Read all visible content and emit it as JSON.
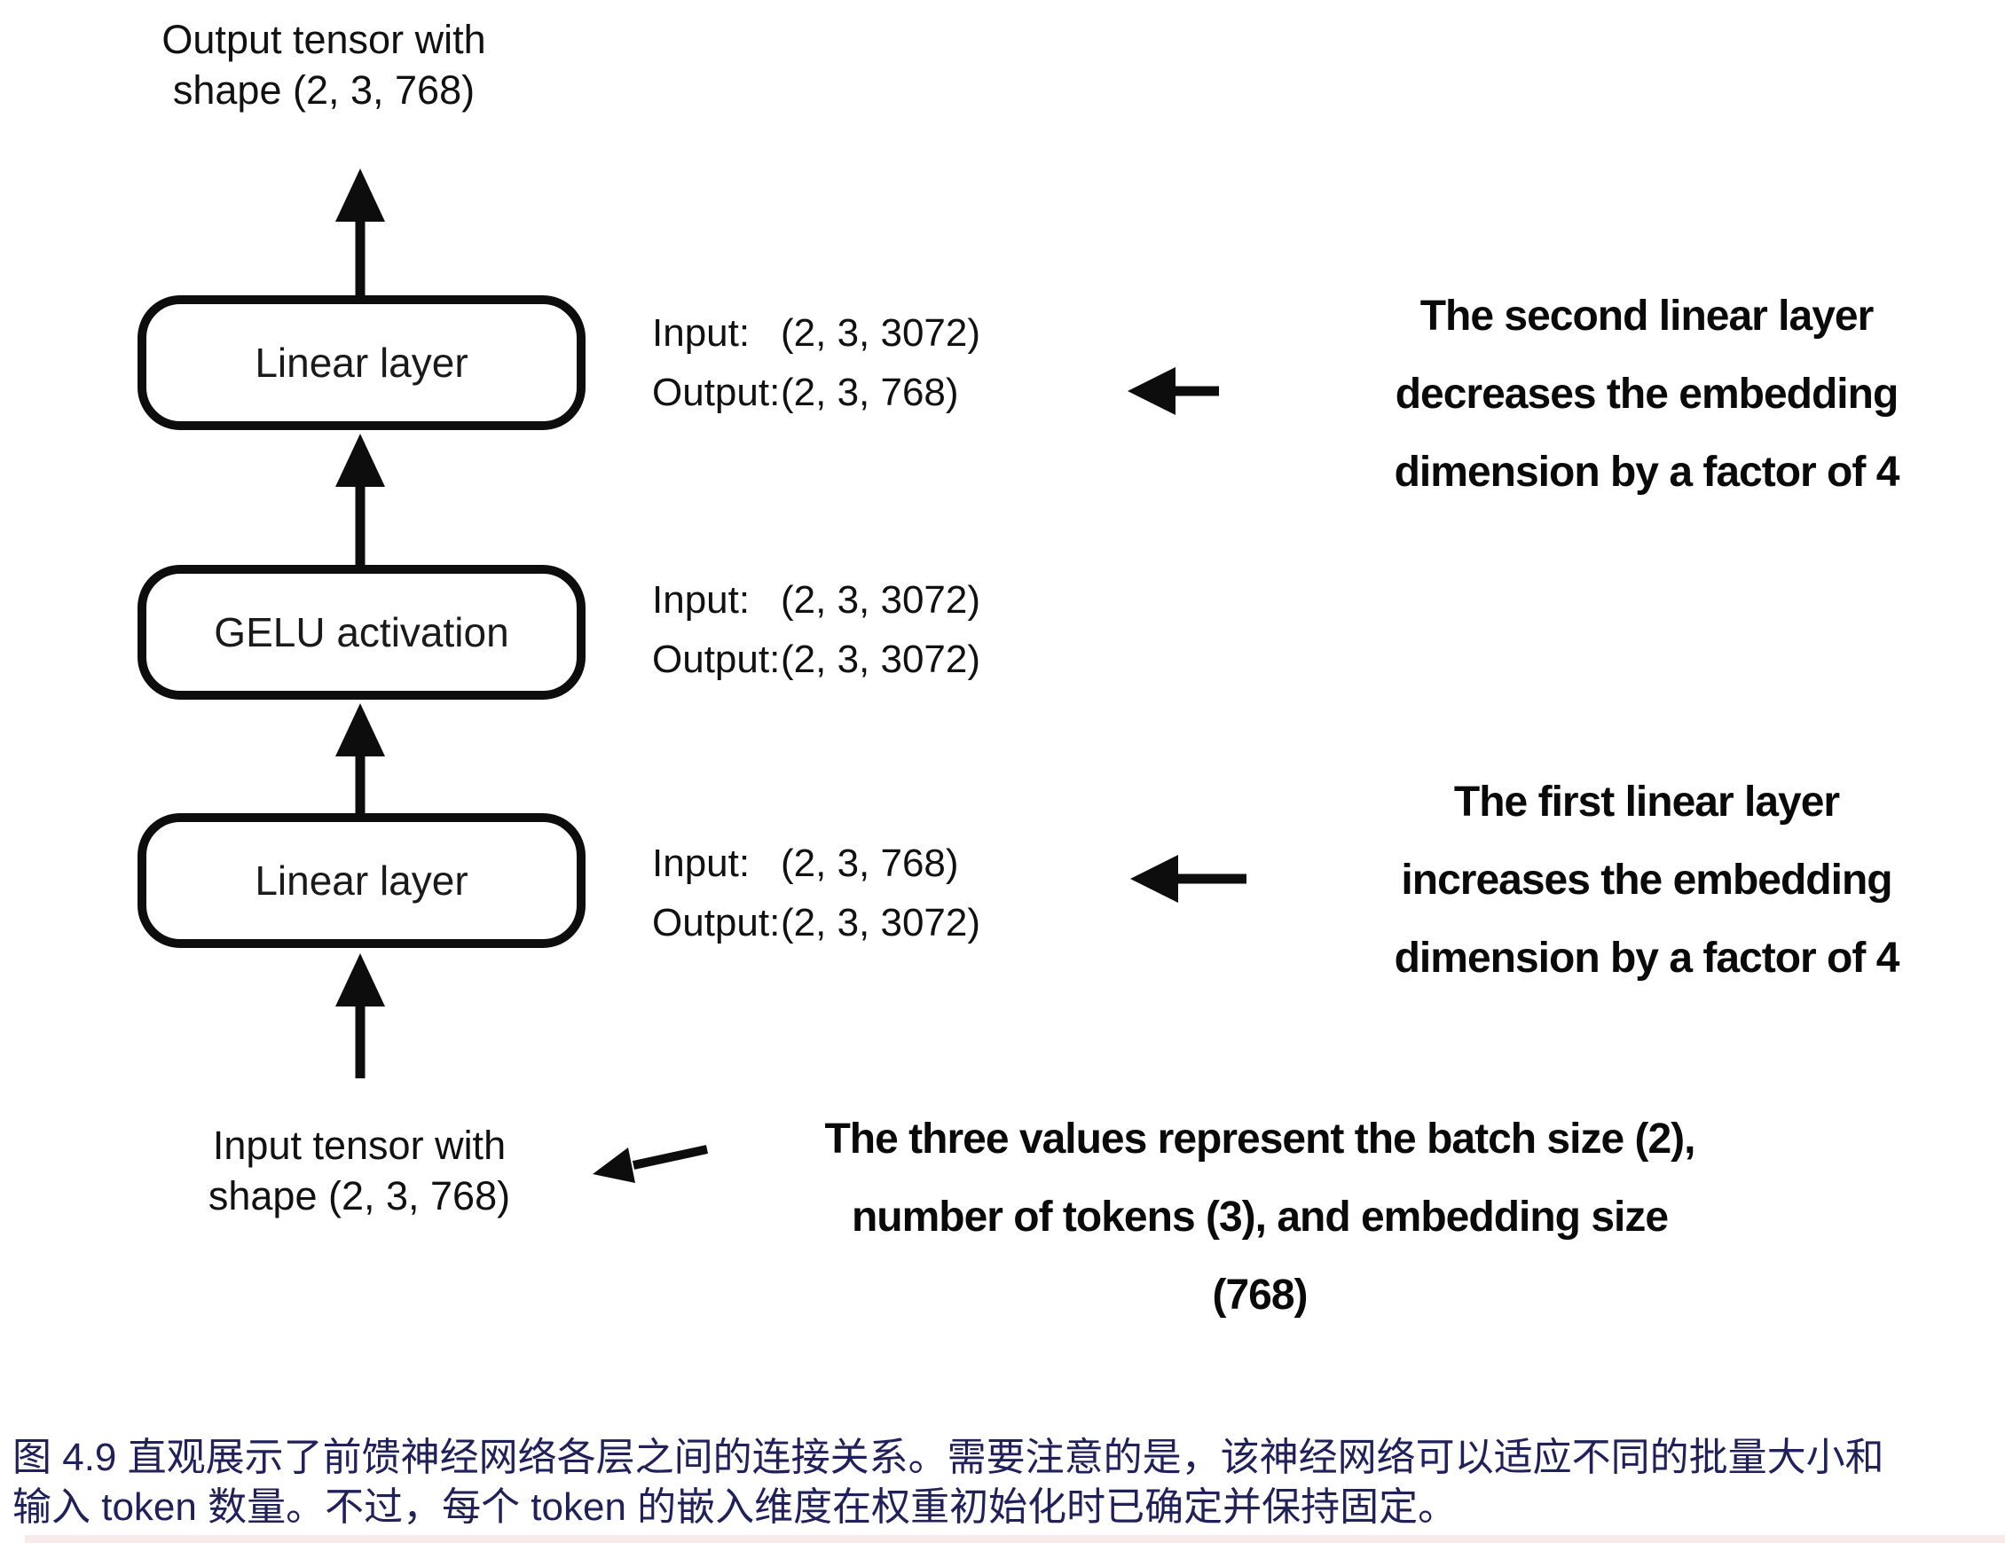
{
  "figure": {
    "output_label": {
      "line1": "Output tensor with",
      "line2": "shape (2, 3, 768)"
    },
    "input_label": {
      "line1": "Input tensor with",
      "line2": "shape (2, 3, 768)"
    },
    "boxes": [
      {
        "label": "Linear layer"
      },
      {
        "label": "GELU activation"
      },
      {
        "label": "Linear layer"
      }
    ],
    "io_groups": [
      {
        "rows": [
          {
            "label": "Input:",
            "value": "(2, 3, 3072)"
          },
          {
            "label": "Output:",
            "value": "(2, 3, 768)"
          }
        ]
      },
      {
        "rows": [
          {
            "label": "Input:",
            "value": "(2, 3, 3072)"
          },
          {
            "label": "Output:",
            "value": "(2, 3, 3072)"
          }
        ]
      },
      {
        "rows": [
          {
            "label": "Input:",
            "value": "(2, 3, 768)"
          },
          {
            "label": "Output:",
            "value": "(2, 3, 3072)"
          }
        ]
      }
    ],
    "annotations": [
      {
        "lines": [
          "The second linear layer",
          "decreases the embedding",
          "dimension by a factor of 4"
        ]
      },
      {
        "lines": [
          "The first linear layer",
          "increases the embedding",
          "dimension by a factor of 4"
        ]
      },
      {
        "lines": [
          "The three values represent the batch size (2),",
          "number of tokens (3), and embedding size",
          "(768)"
        ]
      }
    ]
  },
  "caption": {
    "line1": "图 4.9 直观展示了前馈神经网络各层之间的连接关系。需要注意的是，该神经网络可以适应不同的批量大小和",
    "line2": "输入 token 数量。不过，每个 token 的嵌入维度在权重初始化时已确定并保持固定。"
  },
  "colors": {
    "ink": "#0d0d0d",
    "caption": "#20205a",
    "background": "#ffffff"
  }
}
